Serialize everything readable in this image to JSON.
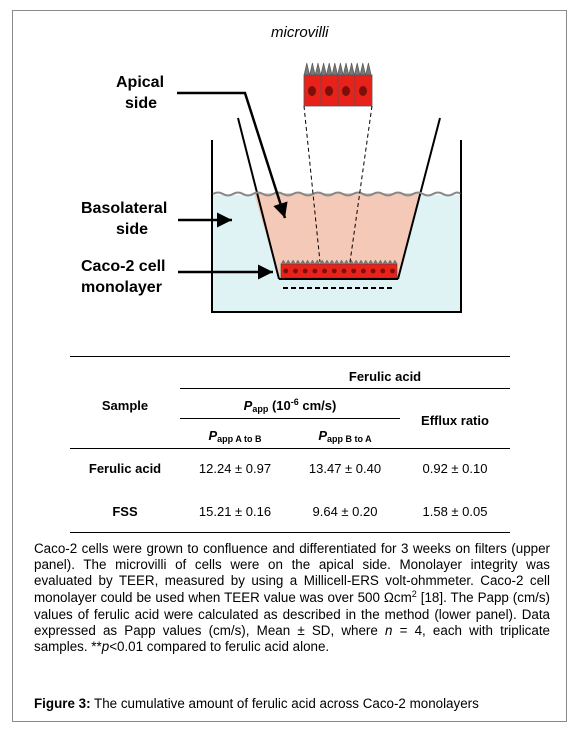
{
  "diagram": {
    "label_microvilli": "microvilli",
    "label_apical_1": "Apical",
    "label_apical_2": "side",
    "label_basolateral_1": "Basolateral",
    "label_basolateral_2": "side",
    "label_caco_1": "Caco-2 cell",
    "label_caco_2": "monolayer",
    "colors": {
      "insert_fill": "#f5c9b7",
      "medium_fill": "#dff3f4",
      "cell_fill": "#e8221b",
      "nucleus_fill": "#7a0f0b",
      "microvilli_fill": "#777777"
    }
  },
  "table": {
    "header_group": "Ferulic acid",
    "header_sample": "Sample",
    "header_papp": "P",
    "header_papp_sub": "app",
    "header_papp_unit_pre": "(10",
    "header_papp_unit_sup": "-6",
    "header_papp_unit_post": "cm/s)",
    "header_efflux": "Efflux ratio",
    "sub_ab_p": "P",
    "sub_ab_sub": "app A to B",
    "sub_ba_p": "P",
    "sub_ba_sub": "app B to A",
    "rows": [
      {
        "sample": "Ferulic acid",
        "ab": "12.24 ± 0.97",
        "ba": "13.47 ± 0.40",
        "efflux": "0.92 ± 0.10"
      },
      {
        "sample": "FSS",
        "ab": "15.21 ± 0.16",
        "ba": "9.64 ± 0.20",
        "efflux": "1.58 ± 0.05"
      }
    ]
  },
  "caption": {
    "text_1": "Caco-2 cells were grown to confluence and differentiated for 3 weeks on filters (upper panel). The microvilli of cells were on the apical side. Monolayer integrity was evaluated by TEER, measured by using a Millicell-ERS volt-ohmmeter. Caco-2 cell monolayer could be used when TEER value was over 500 Ωcm",
    "text_sup": "2",
    "text_2": " [18]. The Papp (cm/s) values of ferulic acid were calculated as described in the method (lower panel). Data expressed as Papp values (cm/s), Mean ± SD, where ",
    "text_n": "n",
    "text_3": " = 4, each with triplicate samples. **",
    "text_p": "p",
    "text_4": "<0.01 compared to ferulic acid alone."
  },
  "figure_caption": {
    "label": "Figure 3:",
    "text": " The cumulative amount of ferulic acid across Caco-2 monolayers"
  }
}
